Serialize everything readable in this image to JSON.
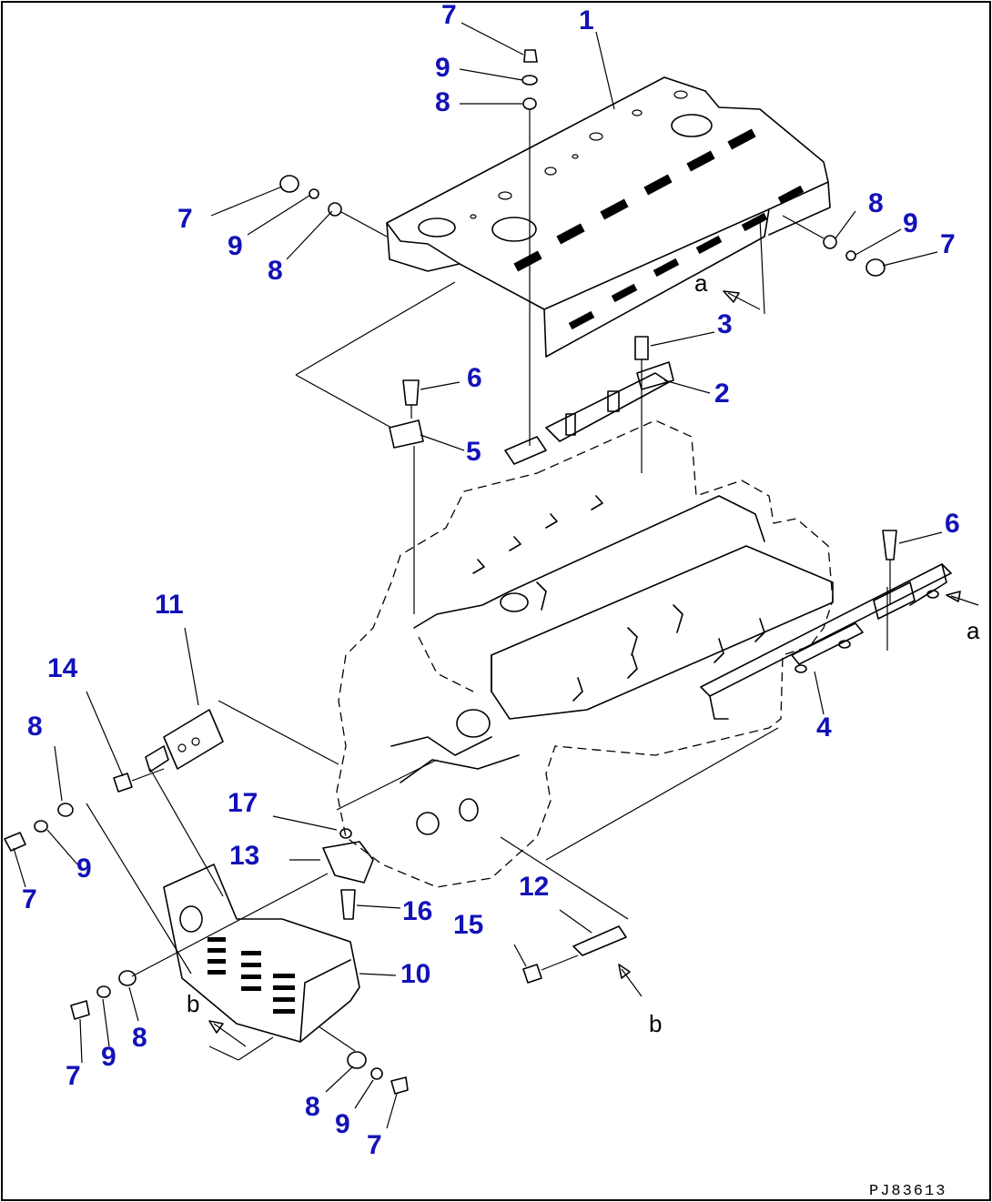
{
  "diagram": {
    "callouts": {
      "c1": "1",
      "c2": "2",
      "c3": "3",
      "c4": "4",
      "c5": "5",
      "c6a": "6",
      "c6b": "6",
      "c7a": "7",
      "c7b": "7",
      "c7c": "7",
      "c7d": "7",
      "c7e": "7",
      "c7f": "7",
      "c8a": "8",
      "c8b": "8",
      "c8c": "8",
      "c8d": "8",
      "c8e": "8",
      "c8f": "8",
      "c9a": "9",
      "c9b": "9",
      "c9c": "9",
      "c9d": "9",
      "c9e": "9",
      "c9f": "9",
      "c10": "10",
      "c11": "11",
      "c12": "12",
      "c13": "13",
      "c14": "14",
      "c15": "15",
      "c16": "16",
      "c17": "17"
    },
    "view_labels": {
      "a1": "a",
      "a2": "a",
      "b1": "b",
      "b2": "b"
    },
    "drawing_code": "PJ83613"
  }
}
